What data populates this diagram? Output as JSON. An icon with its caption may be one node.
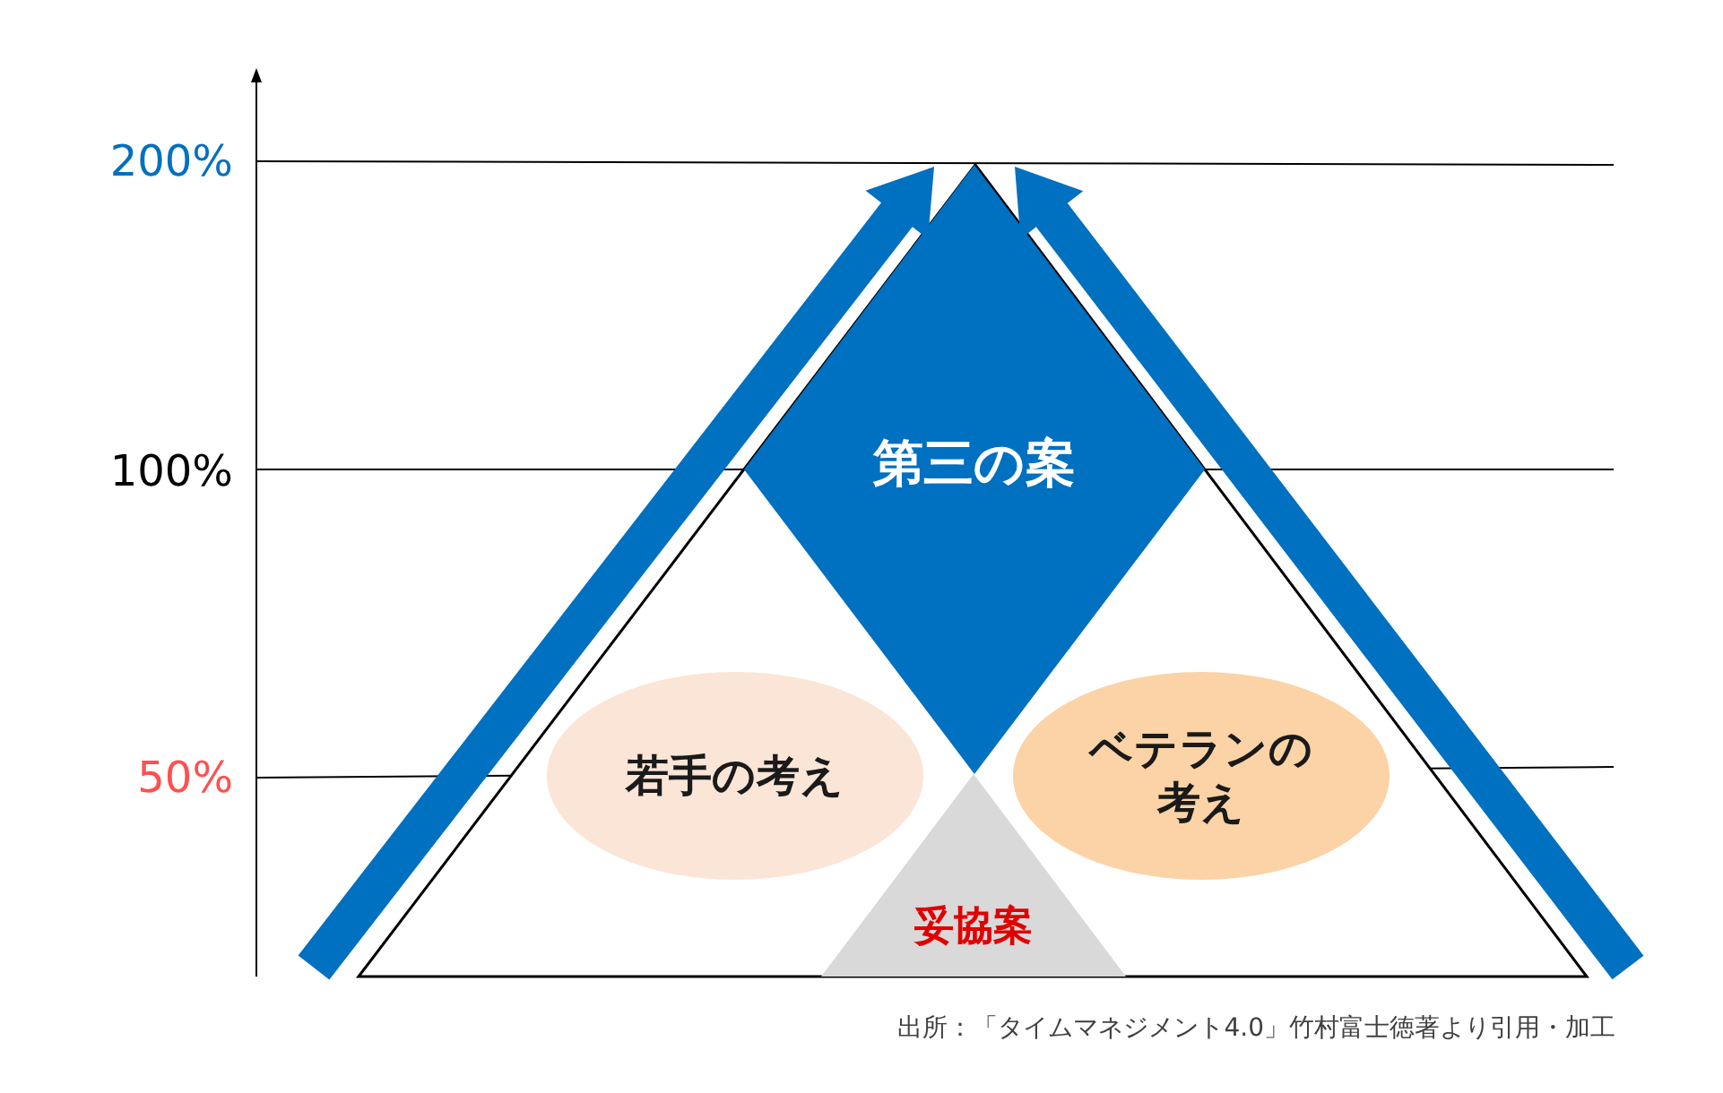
{
  "diagram": {
    "caption": "出所：「タイムマネジメント4.0」竹村富士徳著より引用・加工",
    "nodes": [
      {
        "text": [
          "第三の案"
        ]
      },
      {
        "text": [
          "若手の考え"
        ]
      },
      {
        "text": [
          "ベテランの考え"
        ]
      },
      {
        "text": [
          "妥協案"
        ]
      }
    ],
    "labels": [
      "200%",
      "100%",
      "50%"
    ]
  }
}
